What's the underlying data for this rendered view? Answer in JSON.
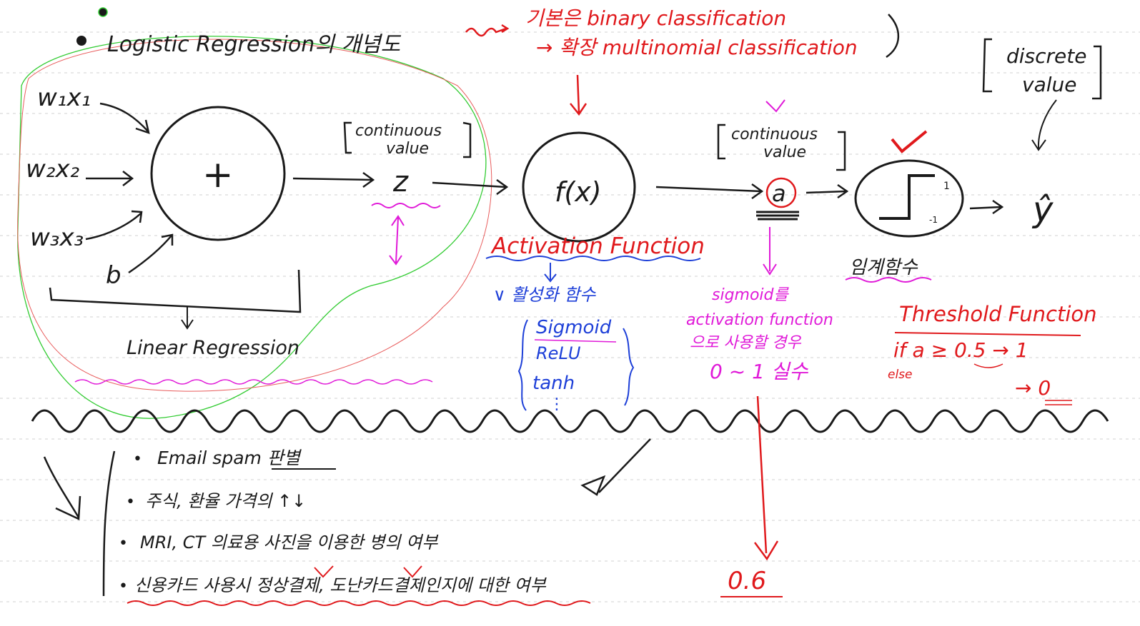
{
  "colors": {
    "ink": "#1a1a1a",
    "red": "#e0191c",
    "blue": "#1d3fd8",
    "magenta": "#e01ad8",
    "green": "#2bd12b",
    "ruled_line": "#cfcfcf"
  },
  "title": "Logistic Regression의 개념도",
  "red_note": {
    "line1": "기본은 binary classification",
    "line2": "→ 확장 multinomial classification"
  },
  "inputs": {
    "w1x1": "w₁x₁",
    "w2x2": "w₂x₂",
    "w3x3": "w₃x₃",
    "b": "b"
  },
  "sum_node": "+",
  "linear_regression": "Linear Regression",
  "z_label": {
    "bracket_top": "continuous",
    "bracket_bottom": "value",
    "symbol": "z"
  },
  "f_node": "f(x)",
  "activation": {
    "title": "Activation Function",
    "korean": "활성화 함수",
    "items": [
      "Sigmoid",
      "ReLU",
      "tanh",
      "⋮"
    ]
  },
  "a_label": {
    "bracket_top": "continuous",
    "bracket_bottom": "value",
    "symbol": "a"
  },
  "sigmoid_note": {
    "line1": "sigmoid를",
    "line2": "activation function",
    "line3": "으로 사용할 경우",
    "range": "0 ~ 1 실수"
  },
  "threshold_korean": "임계함수",
  "step_marks": {
    "high": "1",
    "low": "-1"
  },
  "output": {
    "bracket_top": "discrete",
    "bracket_bottom": "value",
    "symbol": "ŷ"
  },
  "threshold": {
    "title": "Threshold Function",
    "rule1": "if  a ≥ 0.5 → 1",
    "rule2_else": "else",
    "rule2_result": "→ 0"
  },
  "example_value": "0.6",
  "examples": [
    "Email spam 판별",
    "주식, 환율 가격의 ↑↓",
    "MRI, CT 의료용 사진을 이용한 병의 여부",
    "신용카드 사용시 정상결제, 도난카드결제인지에 대한 여부"
  ],
  "bullet": "•"
}
